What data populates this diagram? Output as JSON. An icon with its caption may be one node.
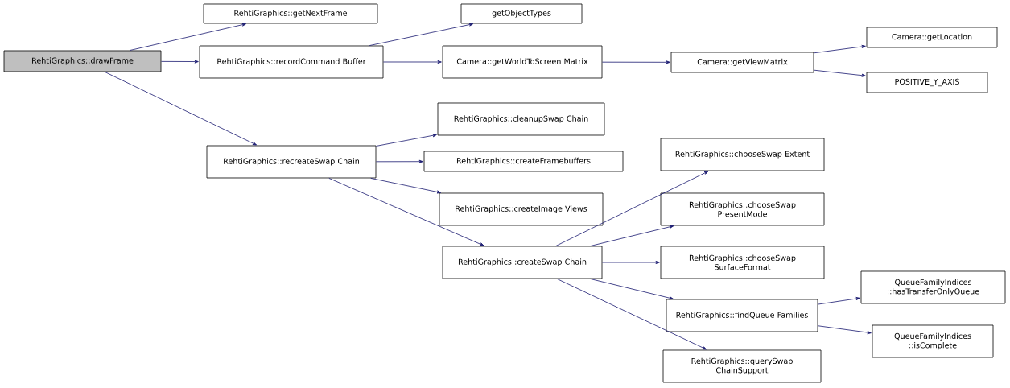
{
  "diagram": {
    "nodes": [
      {
        "text": [
          "RehtiGraphics::drawFrame"
        ]
      },
      {
        "text": [
          "RehtiGraphics::getNextFrame"
        ]
      },
      {
        "text": [
          "RehtiGraphics::recordCommand Buffer"
        ]
      },
      {
        "text": [
          "getObjectTypes"
        ]
      },
      {
        "text": [
          "Camera::getWorldToScreen Matrix"
        ]
      },
      {
        "text": [
          "Camera::getViewMatrix"
        ]
      },
      {
        "text": [
          "Camera::getLocation"
        ]
      },
      {
        "text": [
          "POSITIVE_Y_AXIS"
        ]
      },
      {
        "text": [
          "RehtiGraphics::recreateSwap Chain"
        ]
      },
      {
        "text": [
          "RehtiGraphics::cleanupSwap Chain"
        ]
      },
      {
        "text": [
          "RehtiGraphics::createFramebuffers"
        ]
      },
      {
        "text": [
          "RehtiGraphics::createImage Views"
        ]
      },
      {
        "text": [
          "RehtiGraphics::createSwap Chain"
        ]
      },
      {
        "text": [
          "RehtiGraphics::chooseSwap Extent"
        ]
      },
      {
        "text": [
          "RehtiGraphics::chooseSwap PresentMode"
        ]
      },
      {
        "text": [
          "RehtiGraphics::chooseSwap SurfaceFormat"
        ]
      },
      {
        "text": [
          "RehtiGraphics::findQueue Families"
        ]
      },
      {
        "text": [
          "QueueFamilyIndices ::hasTransferOnlyQueue"
        ]
      },
      {
        "text": [
          "QueueFamilyIndices ::isComplete"
        ]
      },
      {
        "text": [
          "RehtiGraphics::querySwap ChainSupport"
        ]
      }
    ],
    "edges": [
      {
        "from": 0,
        "to": 1,
        "arrow": "to"
      },
      {
        "from": 0,
        "to": 2,
        "arrow": "to"
      },
      {
        "from": 0,
        "to": 8,
        "arrow": "to"
      },
      {
        "from": 2,
        "to": 3,
        "arrow": "to"
      },
      {
        "from": 2,
        "to": 4,
        "arrow": "to"
      },
      {
        "from": 4,
        "to": 5,
        "arrow": "to"
      },
      {
        "from": 5,
        "to": 6,
        "arrow": "to"
      },
      {
        "from": 5,
        "to": 7,
        "arrow": "to"
      },
      {
        "from": 8,
        "to": 9,
        "arrow": "to"
      },
      {
        "from": 8,
        "to": 10,
        "arrow": "to"
      },
      {
        "from": 8,
        "to": 11,
        "arrow": "to"
      },
      {
        "from": 8,
        "to": 12,
        "arrow": "to"
      },
      {
        "from": 12,
        "to": 13,
        "arrow": "to"
      },
      {
        "from": 12,
        "to": 14,
        "arrow": "to"
      },
      {
        "from": 12,
        "to": 15,
        "arrow": "to"
      },
      {
        "from": 12,
        "to": 16,
        "arrow": "to"
      },
      {
        "from": 12,
        "to": 19,
        "arrow": "to"
      },
      {
        "from": 16,
        "to": 17,
        "arrow": "to"
      },
      {
        "from": 16,
        "to": 18,
        "arrow": "to"
      }
    ]
  }
}
